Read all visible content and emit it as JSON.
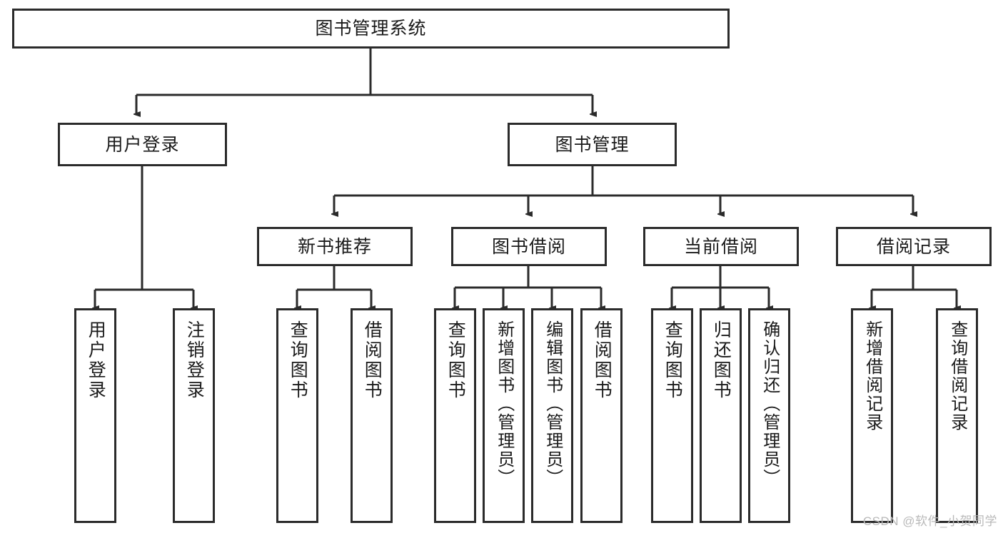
{
  "diagram": {
    "title": "图书管理系统",
    "watermark": "CSDN @软件_小贺同学",
    "line_color": "#2b2b2b",
    "box_fill": "#ffffff",
    "text_color": "#1a1a1a",
    "watermark_color": "#b9b9b9",
    "type": "tree",
    "levels": 4
  },
  "nodes": {
    "root": {
      "label": "图书管理系统"
    },
    "level1": [
      {
        "label": "用户登录"
      },
      {
        "label": "图书管理"
      }
    ],
    "level2": [
      {
        "label": "新书推荐"
      },
      {
        "label": "图书借阅"
      },
      {
        "label": "当前借阅"
      },
      {
        "label": "借阅记录"
      }
    ],
    "leaves": {
      "user_login": [
        {
          "label": "用户登录"
        },
        {
          "label": "注销登录"
        }
      ],
      "new_book_recommend": [
        {
          "label": "查询图书"
        },
        {
          "label": "借阅图书"
        }
      ],
      "book_borrow": [
        {
          "label": "查询图书"
        },
        {
          "label": "新增图书（管理员）"
        },
        {
          "label": "编辑图书（管理员）"
        },
        {
          "label": "借阅图书"
        }
      ],
      "current_borrow": [
        {
          "label": "查询图书"
        },
        {
          "label": "归还图书"
        },
        {
          "label": "确认归还（管理员）"
        }
      ],
      "borrow_records": [
        {
          "label": "新增借阅记录"
        },
        {
          "label": "查询借阅记录"
        }
      ]
    }
  }
}
